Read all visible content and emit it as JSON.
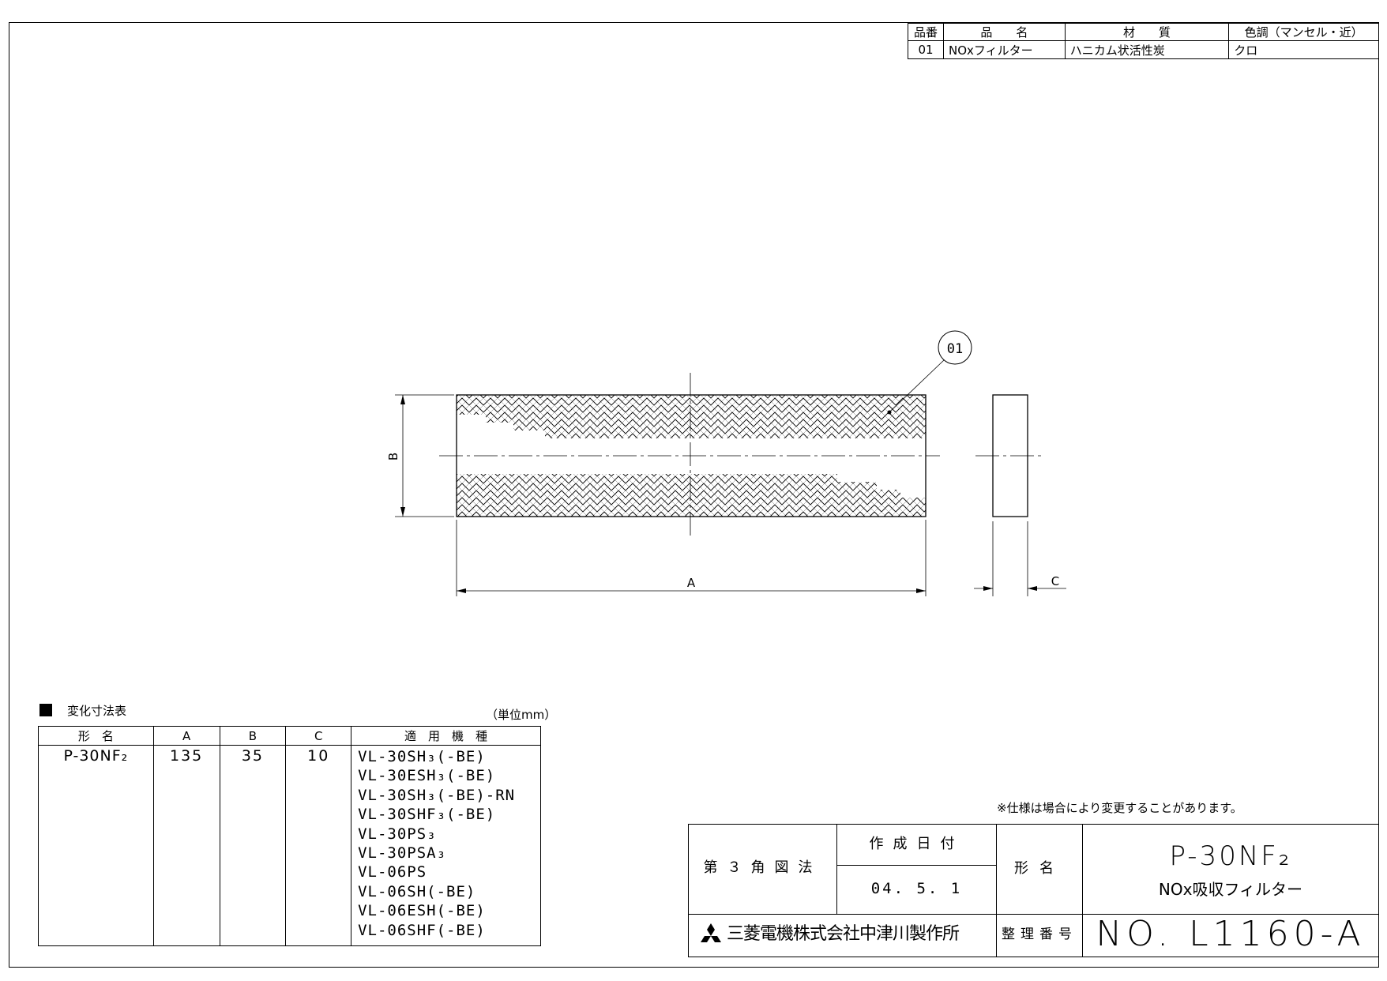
{
  "parts_table": {
    "headers": [
      "品番",
      "品　　名",
      "材　　質",
      "色調（マンセル・近）"
    ],
    "rows": [
      [
        "01",
        "NOxフィルター",
        "ハニカム状活性炭",
        "クロ"
      ]
    ]
  },
  "drawing": {
    "balloon": "01",
    "dim_a": "A",
    "dim_b": "B",
    "dim_c": "C"
  },
  "dimension_table": {
    "title": "変化寸法表",
    "unit": "（単位mm）",
    "headers": [
      "形　名",
      "A",
      "B",
      "C",
      "適　用　機　種"
    ],
    "model": "P-30NF₂",
    "a": "135",
    "b": "35",
    "c": "10",
    "applicable_models": [
      "VL-30SH₃(-BE)",
      "VL-30ESH₃(-BE)",
      "VL-30SH₃(-BE)-RN",
      "VL-30SHF₃(-BE)",
      "VL-30PS₃",
      "VL-30PSA₃",
      "VL-06PS",
      "VL-06SH(-BE)",
      "VL-06ESH(-BE)",
      "VL-06SHF(-BE)"
    ]
  },
  "note": "※仕様は場合により変更することがあります。",
  "title_block": {
    "projection": "第３角図法",
    "created_label": "作成日付",
    "created_date": "04. 5. 1",
    "model_label": "形名",
    "model_code": "P-30NF₂",
    "model_name": "NOx吸収フィルター",
    "company": "三菱電機株式会社中津川製作所",
    "ref_label": "整理番号",
    "ref_number": "NO. L1160-A"
  }
}
